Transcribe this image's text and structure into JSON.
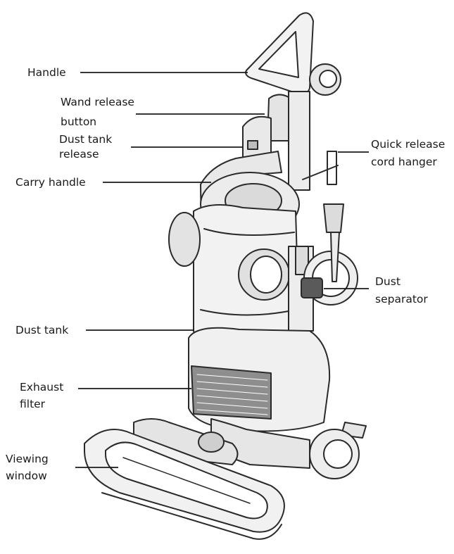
{
  "labels": {
    "handle": "Handle",
    "wand_release": [
      "Wand release",
      "button"
    ],
    "dust_tank_release": [
      "Dust tank",
      "release"
    ],
    "carry_handle": "Carry handle",
    "quick_release": [
      "Quick release",
      "cord hanger"
    ],
    "dust_separator": [
      "Dust",
      "separator"
    ],
    "dust_tank": "Dust tank",
    "exhaust_filter": [
      "Exhaust",
      "filter"
    ],
    "viewing_window": [
      "Viewing",
      "window"
    ]
  },
  "colors": {
    "line_art": "#2a2a2a",
    "body_fill": "#f2f2f2",
    "shade_fill": "#d6d6d6",
    "label_text": "#1a1a1a"
  }
}
